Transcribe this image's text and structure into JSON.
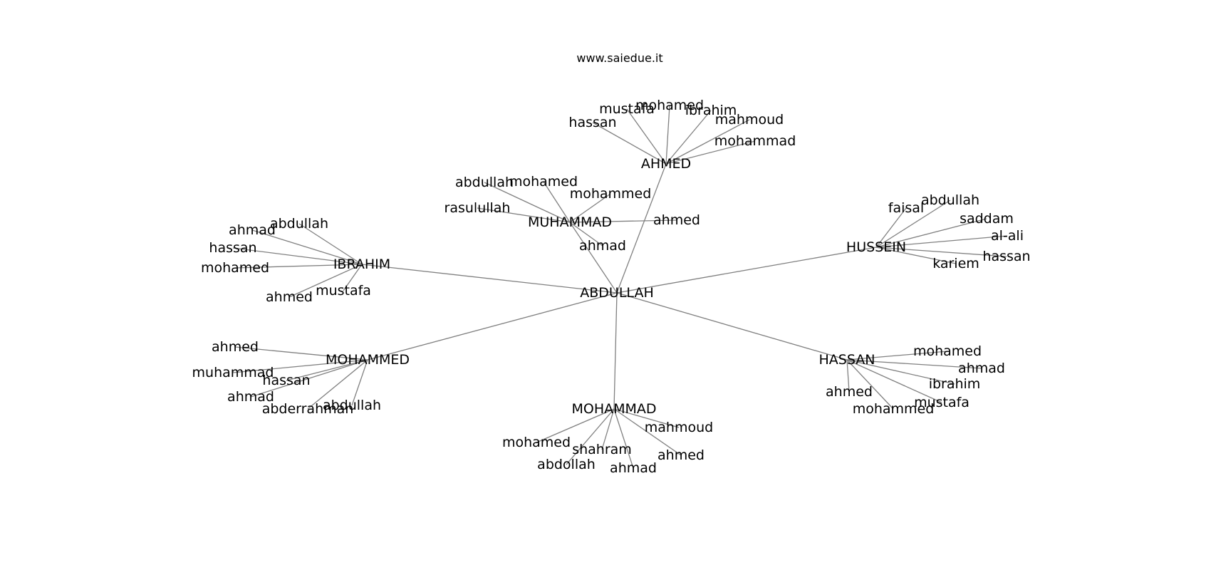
{
  "title": "www.saiedue.it",
  "colors": {
    "edge": "#808080",
    "text": "#000000",
    "background": "#ffffff"
  },
  "graph": {
    "nodes": [
      {
        "id": "abdullah_root",
        "label": "ABDULLAH"
      },
      {
        "id": "ahmed_hub",
        "label": "AHMED"
      },
      {
        "id": "muhammad_hub",
        "label": "MUHAMMAD"
      },
      {
        "id": "hussein_hub",
        "label": "HUSSEIN"
      },
      {
        "id": "ibrahim_hub",
        "label": "IBRAHIM"
      },
      {
        "id": "mohammed_hub",
        "label": "MOHAMMED"
      },
      {
        "id": "mohammad_hub",
        "label": "MOHAMMAD"
      },
      {
        "id": "hassan_hub",
        "label": "HASSAN"
      },
      {
        "id": "ahmed_hassan",
        "label": "hassan"
      },
      {
        "id": "ahmed_mustafa",
        "label": "mustafa"
      },
      {
        "id": "ahmed_mohamed",
        "label": "mohamed"
      },
      {
        "id": "ahmed_ibrahim",
        "label": "ibrahim"
      },
      {
        "id": "ahmed_mahmoud",
        "label": "mahmoud"
      },
      {
        "id": "ahmed_mohammad",
        "label": "mohammad"
      },
      {
        "id": "muh_abdullah",
        "label": "abdullah"
      },
      {
        "id": "muh_mohamed",
        "label": "mohamed"
      },
      {
        "id": "muh_mohammed",
        "label": "mohammed"
      },
      {
        "id": "muh_rasulullah",
        "label": "rasulullah"
      },
      {
        "id": "muh_ahmed",
        "label": "ahmed"
      },
      {
        "id": "muh_ahmad",
        "label": "ahmad"
      },
      {
        "id": "hus_faisal",
        "label": "faisal"
      },
      {
        "id": "hus_abdullah",
        "label": "abdullah"
      },
      {
        "id": "hus_saddam",
        "label": "saddam"
      },
      {
        "id": "hus_alali",
        "label": "al-ali"
      },
      {
        "id": "hus_hassan",
        "label": "hassan"
      },
      {
        "id": "hus_kariem",
        "label": "kariem"
      },
      {
        "id": "ibr_abdullah",
        "label": "abdullah"
      },
      {
        "id": "ibr_ahmad",
        "label": "ahmad"
      },
      {
        "id": "ibr_hassan",
        "label": "hassan"
      },
      {
        "id": "ibr_mohamed",
        "label": "mohamed"
      },
      {
        "id": "ibr_ahmed",
        "label": "ahmed"
      },
      {
        "id": "ibr_mustafa",
        "label": "mustafa"
      },
      {
        "id": "moh_ahmed",
        "label": "ahmed"
      },
      {
        "id": "moh_muhammad",
        "label": "muhammad"
      },
      {
        "id": "moh_hassan",
        "label": "hassan"
      },
      {
        "id": "moh_ahmad",
        "label": "ahmad"
      },
      {
        "id": "moh_abderrahman",
        "label": "abderrahman"
      },
      {
        "id": "moh_abdullah",
        "label": "abdullah"
      },
      {
        "id": "mhd_mohamed",
        "label": "mohamed"
      },
      {
        "id": "mhd_shahram",
        "label": "shahram"
      },
      {
        "id": "mhd_abdollah",
        "label": "abdollah"
      },
      {
        "id": "mhd_ahmad",
        "label": "ahmad"
      },
      {
        "id": "mhd_ahmed",
        "label": "ahmed"
      },
      {
        "id": "mhd_mahmoud",
        "label": "mahmoud"
      },
      {
        "id": "has_mohamed",
        "label": "mohamed"
      },
      {
        "id": "has_ahmad",
        "label": "ahmad"
      },
      {
        "id": "has_ibrahim",
        "label": "ibrahim"
      },
      {
        "id": "has_mustafa",
        "label": "mustafa"
      },
      {
        "id": "has_mohammed",
        "label": "mohammed"
      },
      {
        "id": "has_ahmed",
        "label": "ahmed"
      }
    ],
    "edges": [
      [
        "abdullah_root",
        "ahmed_hub"
      ],
      [
        "abdullah_root",
        "muhammad_hub"
      ],
      [
        "abdullah_root",
        "hussein_hub"
      ],
      [
        "abdullah_root",
        "ibrahim_hub"
      ],
      [
        "abdullah_root",
        "mohammed_hub"
      ],
      [
        "abdullah_root",
        "mohammad_hub"
      ],
      [
        "abdullah_root",
        "hassan_hub"
      ],
      [
        "ahmed_hub",
        "ahmed_hassan"
      ],
      [
        "ahmed_hub",
        "ahmed_mustafa"
      ],
      [
        "ahmed_hub",
        "ahmed_mohamed"
      ],
      [
        "ahmed_hub",
        "ahmed_ibrahim"
      ],
      [
        "ahmed_hub",
        "ahmed_mahmoud"
      ],
      [
        "ahmed_hub",
        "ahmed_mohammad"
      ],
      [
        "muhammad_hub",
        "muh_abdullah"
      ],
      [
        "muhammad_hub",
        "muh_mohamed"
      ],
      [
        "muhammad_hub",
        "muh_mohammed"
      ],
      [
        "muhammad_hub",
        "muh_rasulullah"
      ],
      [
        "muhammad_hub",
        "muh_ahmed"
      ],
      [
        "muhammad_hub",
        "muh_ahmad"
      ],
      [
        "hussein_hub",
        "hus_faisal"
      ],
      [
        "hussein_hub",
        "hus_abdullah"
      ],
      [
        "hussein_hub",
        "hus_saddam"
      ],
      [
        "hussein_hub",
        "hus_alali"
      ],
      [
        "hussein_hub",
        "hus_hassan"
      ],
      [
        "hussein_hub",
        "hus_kariem"
      ],
      [
        "ibrahim_hub",
        "ibr_abdullah"
      ],
      [
        "ibrahim_hub",
        "ibr_ahmad"
      ],
      [
        "ibrahim_hub",
        "ibr_hassan"
      ],
      [
        "ibrahim_hub",
        "ibr_mohamed"
      ],
      [
        "ibrahim_hub",
        "ibr_ahmed"
      ],
      [
        "ibrahim_hub",
        "ibr_mustafa"
      ],
      [
        "mohammed_hub",
        "moh_ahmed"
      ],
      [
        "mohammed_hub",
        "moh_muhammad"
      ],
      [
        "mohammed_hub",
        "moh_hassan"
      ],
      [
        "mohammed_hub",
        "moh_ahmad"
      ],
      [
        "mohammed_hub",
        "moh_abderrahman"
      ],
      [
        "mohammed_hub",
        "moh_abdullah"
      ],
      [
        "mohammad_hub",
        "mhd_mohamed"
      ],
      [
        "mohammad_hub",
        "mhd_shahram"
      ],
      [
        "mohammad_hub",
        "mhd_abdollah"
      ],
      [
        "mohammad_hub",
        "mhd_ahmad"
      ],
      [
        "mohammad_hub",
        "mhd_ahmed"
      ],
      [
        "mohammad_hub",
        "mhd_mahmoud"
      ],
      [
        "hassan_hub",
        "has_mohamed"
      ],
      [
        "hassan_hub",
        "has_ahmad"
      ],
      [
        "hassan_hub",
        "has_ibrahim"
      ],
      [
        "hassan_hub",
        "has_mustafa"
      ],
      [
        "hassan_hub",
        "has_mohammed"
      ],
      [
        "hassan_hub",
        "has_ahmed"
      ]
    ]
  }
}
